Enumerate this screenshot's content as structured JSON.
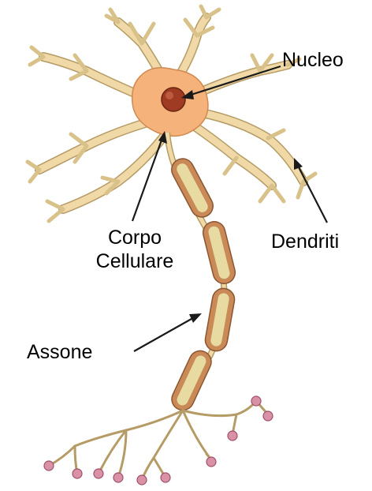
{
  "labels": {
    "nucleus": "Nucleo",
    "cell_body_line1": "Corpo",
    "cell_body_line2": "Cellulare",
    "dendrites": "Dendriti",
    "axon": "Assone"
  },
  "colors": {
    "cell_body": "#f5b27a",
    "dendrite": "#f0d9a6",
    "dendrite_outline": "#b59b65",
    "nucleus": "#9e3b22",
    "myelin": "#c98a58",
    "myelin_inner": "#e8dba2",
    "terminal": "#d891a5",
    "arrow": "#1a1a1a"
  }
}
